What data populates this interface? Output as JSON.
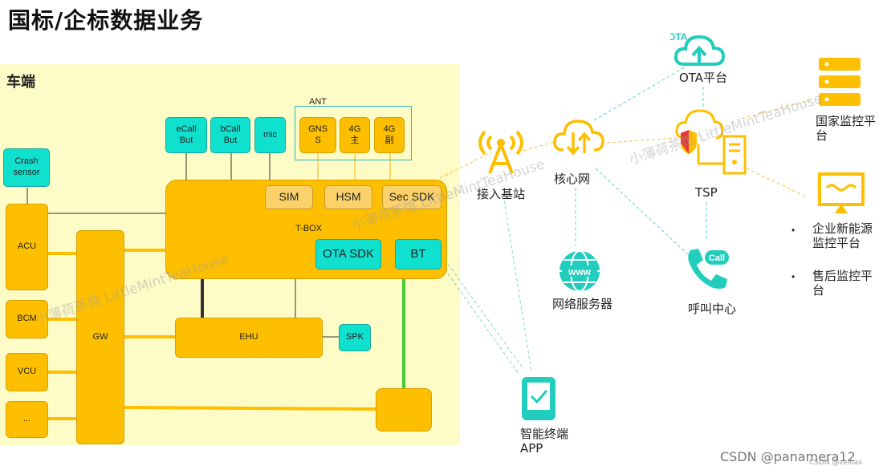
{
  "title": "国标/企标数据业务",
  "vehicle": {
    "label": "车端",
    "tbox_label": "T-BOX",
    "ant_label": "ANT",
    "boxes": {
      "crash": "Crash\nsensor",
      "acu": "ACU",
      "bcm": "BCM",
      "vcu": "VCU",
      "more": "...",
      "gw": "GW",
      "ecall": "eCall\nBut",
      "bcall": "bCall\nBut",
      "mic": "mic",
      "gnss": "GNS\nS",
      "g4main": "4G\n主",
      "g4sub": "4G\n副",
      "sim": "SIM",
      "hsm": "HSM",
      "secsdk": "Sec SDK",
      "otasdk": "OTA SDK",
      "bt": "BT",
      "ehu": "EHU",
      "spk": "SPK"
    }
  },
  "cloud": {
    "base_station": "接入基站",
    "core_net": "核心网",
    "ota_icon_text": "OTA",
    "ota_platform": "OTA平台",
    "tsp": "TSP",
    "national": "国家监控平\n台",
    "enterprise": "企业新能源\n监控平台",
    "aftersale": "售后监控平\n台",
    "web_server": "网络服务器",
    "www_text": "www",
    "call_center": "呼叫中心",
    "call_icon_text": "Call",
    "app": "智能终端\nAPP",
    "bullet": "•"
  },
  "watermarks": [
    "小薄荷茶馆 LittleMintTeaHouse",
    "小薄荷茶馆 LittleMintTeaHouse",
    "小薄荷茶馆 LittleMintTeaHouse"
  ],
  "footer": {
    "csdn": "CSDN @panamera12",
    "small": "CSDN @zeloas"
  },
  "colors": {
    "yellow": "#fdbf00",
    "cyan": "#10e1cf",
    "area": "#fdfbc6",
    "green_link": "#44cc33"
  }
}
